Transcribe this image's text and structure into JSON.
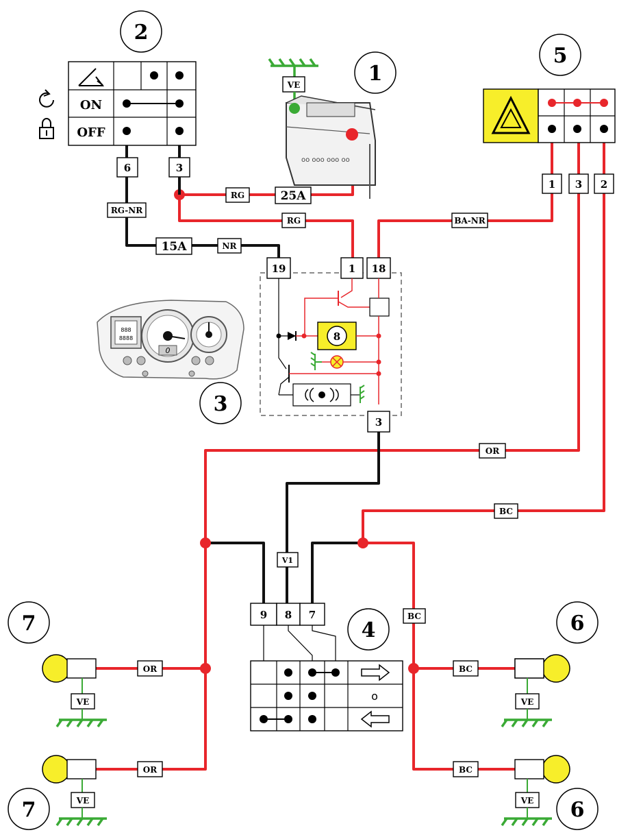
{
  "components": {
    "c1": "1",
    "c2": "2",
    "c3": "3",
    "c4": "4",
    "c5": "5",
    "c6a": "6",
    "c6b": "6",
    "c7a": "7",
    "c7b": "7"
  },
  "ignition_switch": {
    "row_on": "ON",
    "row_off": "OFF",
    "pin_left": "6",
    "pin_right": "3"
  },
  "wire_labels": {
    "rg_top": "RG",
    "fuse_25": "25A",
    "rg_mid": "RG",
    "rg_nr": "RG-NR",
    "fuse_15": "15A",
    "nr": "NR",
    "ba_nr": "BA-NR",
    "ve_battery": "VE",
    "or_main": "OR",
    "bc_main": "BC",
    "v1": "V1",
    "bc_down": "BC",
    "or_left_top": "OR",
    "or_left_bottom": "OR",
    "bc_right_top": "BC",
    "bc_right_bottom": "BC",
    "ve_l1": "VE",
    "ve_l2": "VE",
    "ve_r1": "VE",
    "ve_r2": "VE"
  },
  "flasher_unit": {
    "pin_19": "19",
    "pin_1": "1",
    "pin_18": "18",
    "pin_3": "3",
    "indicator": "8"
  },
  "hazard_switch": {
    "pin_1": "1",
    "pin_3": "3",
    "pin_2": "2"
  },
  "turn_switch": {
    "pin_9": "9",
    "pin_8": "8",
    "pin_7": "7",
    "center_symbol": "o"
  },
  "dashboard": {
    "display": "0"
  },
  "colors": {
    "red_wire": "#e8262b",
    "black_wire": "#111111",
    "ground": "#3aaa35",
    "lamp": "#f7ee2a"
  }
}
